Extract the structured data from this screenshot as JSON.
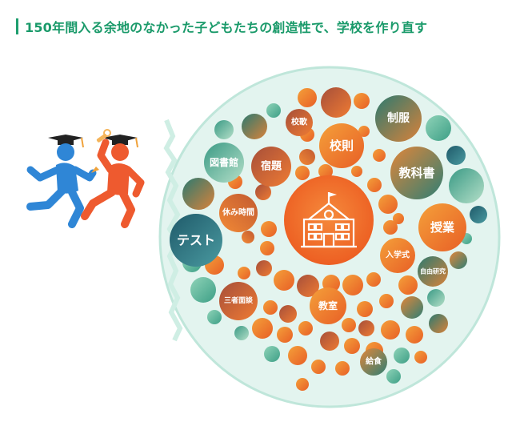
{
  "header": {
    "title": "150年間入る余地のなかった子どもたちの創造性で、学校を作り直す"
  },
  "colors": {
    "accent_green": "#1a9a6a",
    "circle_bg": "#e3f4ef",
    "center": "#f06a24",
    "runner_blue": "#2f86d6",
    "runner_orange": "#ee5a2f"
  },
  "center_icon": "school-building-icon",
  "bubbles": [
    {
      "label": "校歌"
    },
    {
      "label": "制服"
    },
    {
      "label": "図書館"
    },
    {
      "label": "宿題"
    },
    {
      "label": "校則"
    },
    {
      "label": "教科書"
    },
    {
      "label": "休み時間"
    },
    {
      "label": "テスト"
    },
    {
      "label": "授業"
    },
    {
      "label": "入学式"
    },
    {
      "label": "自由研究"
    },
    {
      "label": "三者面談"
    },
    {
      "label": "教室"
    },
    {
      "label": "給食"
    }
  ]
}
